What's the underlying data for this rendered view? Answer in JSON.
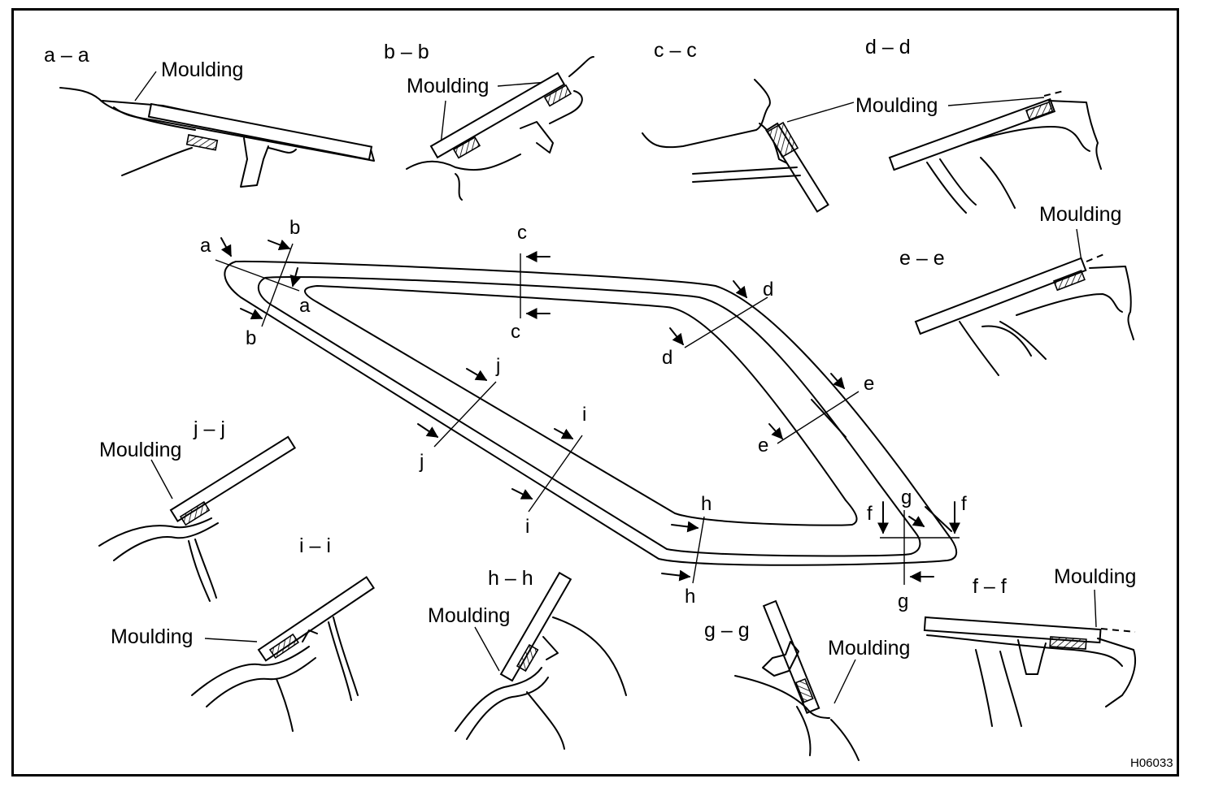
{
  "figure_code": "H06033",
  "moulding_label": "Moulding",
  "sections": {
    "aa": "a – a",
    "bb": "b – b",
    "cc": "c – c",
    "dd": "d – d",
    "ee": "e – e",
    "ff": "f – f",
    "gg": "g – g",
    "hh": "h – h",
    "ii": "i – i",
    "jj": "j – j"
  },
  "cut_letters": {
    "a": "a",
    "b": "b",
    "c": "c",
    "d": "d",
    "e": "e",
    "f": "f",
    "g": "g",
    "h": "h",
    "i": "i",
    "j": "j"
  }
}
